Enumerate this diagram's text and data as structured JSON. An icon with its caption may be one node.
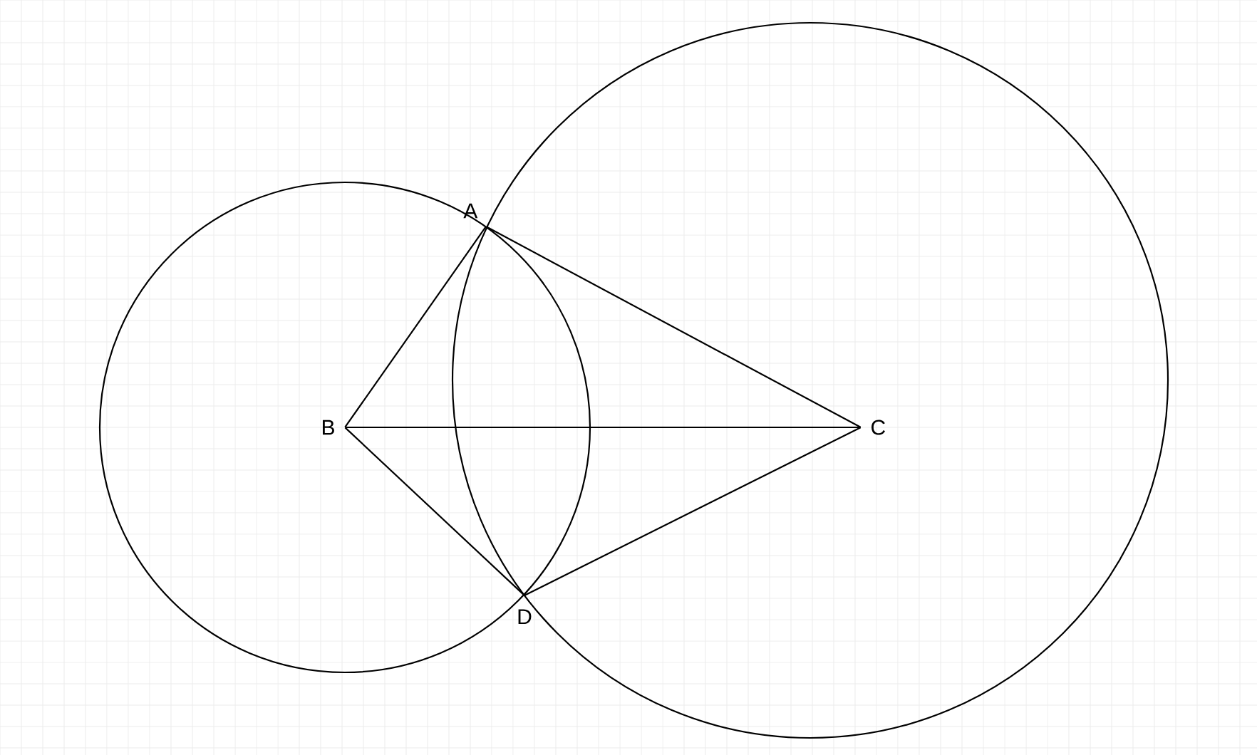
{
  "diagram": {
    "nodes": [
      {
        "text": [
          "A"
        ]
      },
      {
        "text": [
          "B"
        ]
      },
      {
        "text": [
          "C"
        ]
      },
      {
        "text": [
          "D"
        ]
      }
    ],
    "edges": [
      {
        "from": 0,
        "to": 1,
        "arrow": "none"
      },
      {
        "from": 0,
        "to": 2,
        "arrow": "none"
      },
      {
        "from": 1,
        "to": 2,
        "arrow": "none"
      },
      {
        "from": 1,
        "to": 3,
        "arrow": "none"
      },
      {
        "from": 3,
        "to": 2,
        "arrow": "none"
      }
    ]
  }
}
